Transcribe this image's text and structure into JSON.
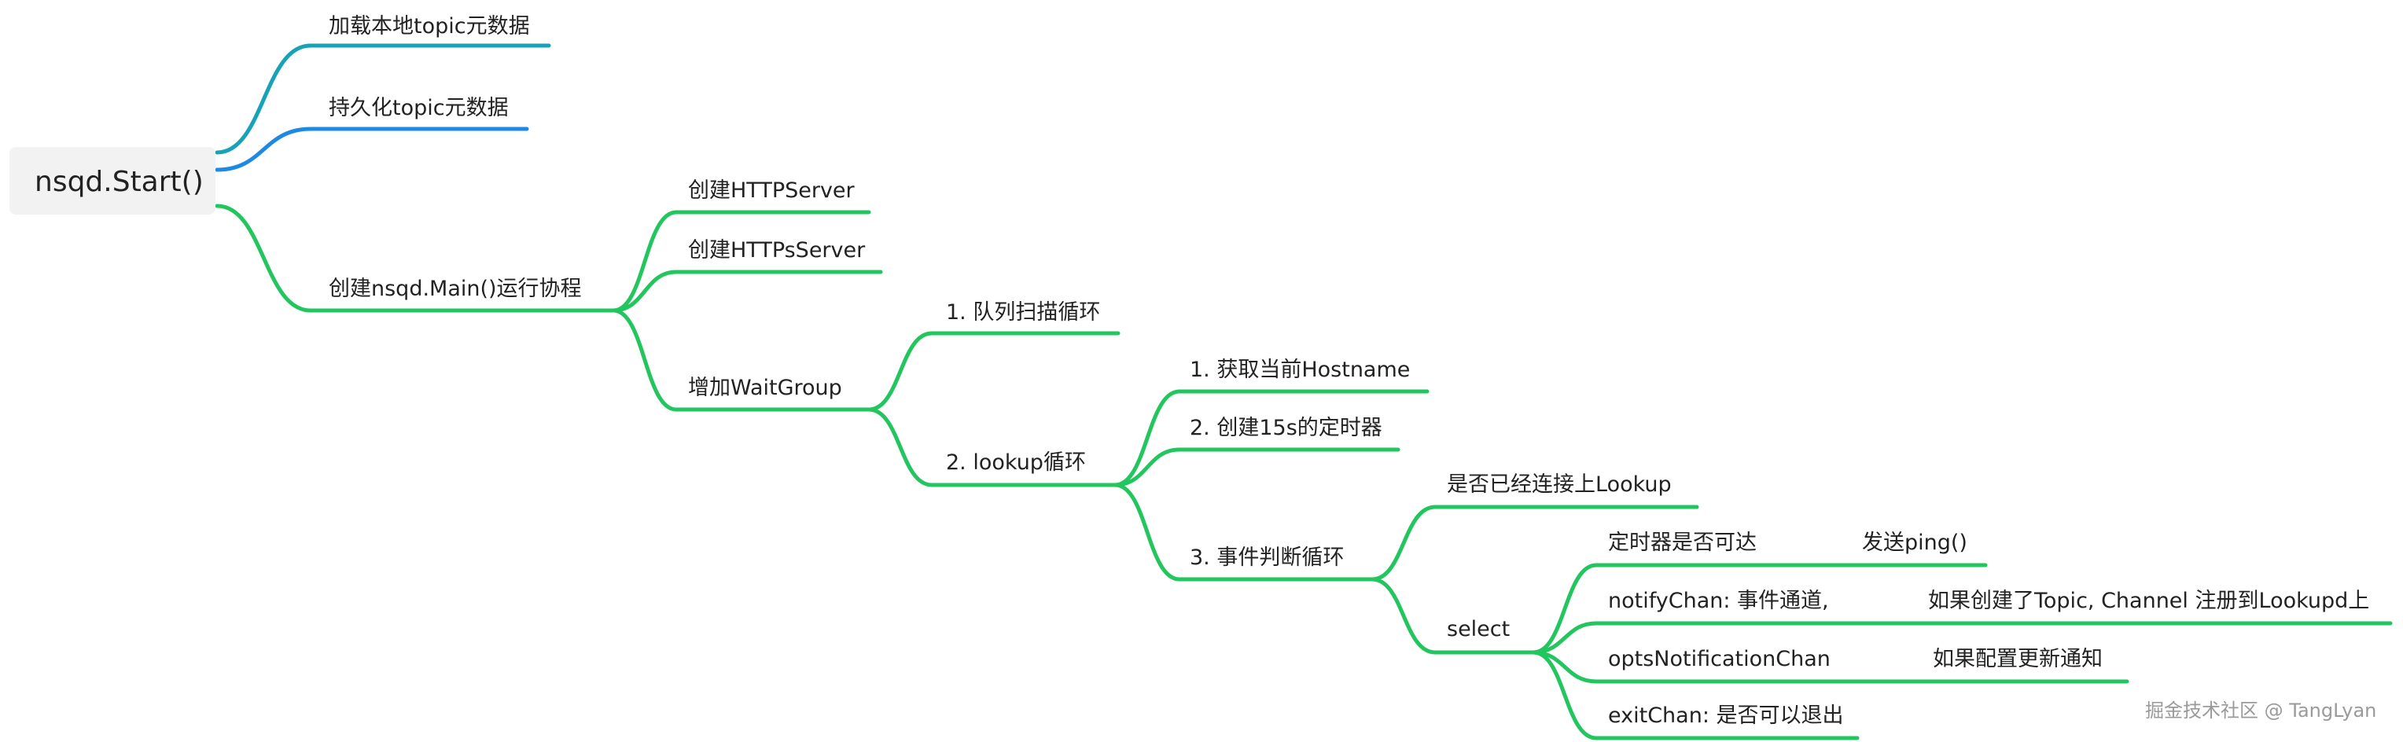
{
  "root": {
    "label": "nsqd.Start()"
  },
  "nodes": {
    "load_topic_meta": "加载本地topic元数据",
    "persist_topic_meta": "持久化topic元数据",
    "create_main": "创建nsqd.Main()运行协程",
    "http_server": "创建HTTPServer",
    "https_server": "创建HTTPsServer",
    "waitgroup": "增加WaitGroup",
    "queue_scan_loop": "1. 队列扫描循环",
    "lookup_loop": "2. lookup循环",
    "get_hostname": "1. 获取当前Hostname",
    "create_timer": "2. 创建15s的定时器",
    "event_loop": "3. 事件判断循环",
    "connected_lookup": "是否已经连接上Lookup",
    "select": "select",
    "timer_reached": "定时器是否可达",
    "send_ping": "发送ping()",
    "notify_chan": "notifyChan: 事件通道,",
    "notify_chan_note": "如果创建了Topic, Channel 注册到Lookupd上",
    "opts_chan": "optsNotificationChan",
    "opts_chan_note": "如果配置更新通知",
    "exit_chan": "exitChan: 是否可以退出"
  },
  "colors": {
    "teal": "#17a2b8",
    "blue": "#1e88e5",
    "green": "#22c55e"
  },
  "watermark": "掘金技术社区 @ TangLyan"
}
